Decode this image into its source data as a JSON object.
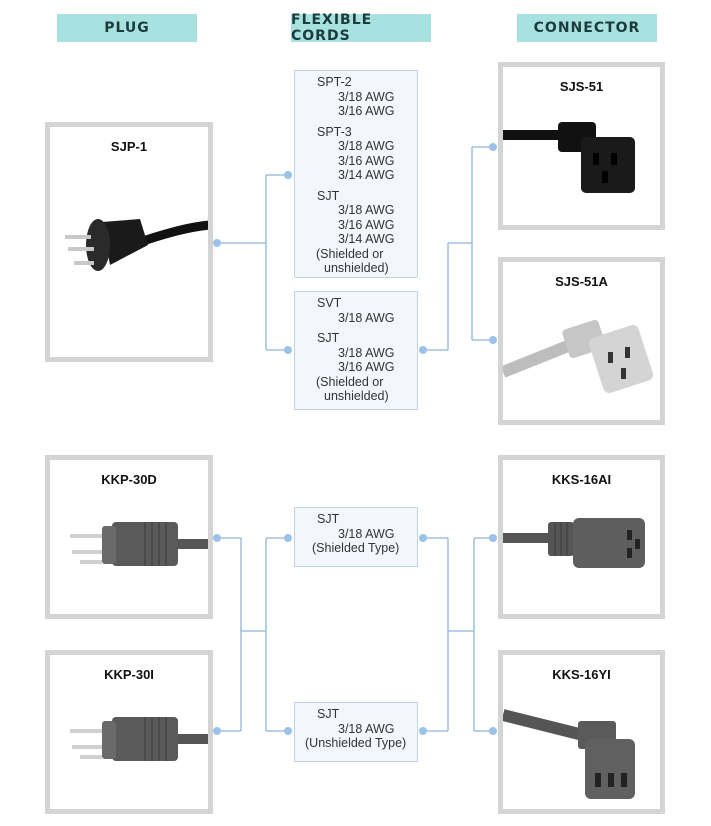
{
  "headers": {
    "plug": "PLUG",
    "flexible_cords": "FLEXIBLE CORDS",
    "connector": "CONNECTOR"
  },
  "plugs": [
    {
      "name": "SJP-1",
      "icon": "plug-icon"
    },
    {
      "name": "KKP-30D",
      "icon": "plug-icon"
    },
    {
      "name": "KKP-30I",
      "icon": "plug-icon"
    }
  ],
  "connectors": [
    {
      "name": "SJS-51",
      "icon": "right-angle-connector-icon",
      "color": "#111111"
    },
    {
      "name": "SJS-51A",
      "icon": "right-angle-connector-icon",
      "color": "#c9c9c9"
    },
    {
      "name": "KKS-16AI",
      "icon": "straight-connector-icon",
      "color": "#555555"
    },
    {
      "name": "KKS-16YI",
      "icon": "right-angle-connector-icon",
      "color": "#555555"
    }
  ],
  "cords": {
    "box1": {
      "spt2": {
        "name": "SPT-2",
        "specs": [
          "3/18 AWG",
          "3/16 AWG"
        ]
      },
      "spt3": {
        "name": "SPT-3",
        "specs": [
          "3/18 AWG",
          "3/16 AWG",
          "3/14 AWG"
        ]
      },
      "sjt": {
        "name": "SJT",
        "specs": [
          "3/18 AWG",
          "3/16 AWG",
          "3/14 AWG"
        ],
        "note1": "(Shielded or",
        "note2": "unshielded)"
      }
    },
    "box2": {
      "svt": {
        "name": "SVT",
        "specs": [
          "3/18 AWG"
        ]
      },
      "sjt": {
        "name": "SJT",
        "specs": [
          "3/18 AWG",
          "3/16 AWG"
        ],
        "note1": "(Shielded or",
        "note2": "unshielded)"
      }
    },
    "box3": {
      "name": "SJT",
      "spec": "3/18 AWG",
      "note": "(Shielded Type)"
    },
    "box4": {
      "name": "SJT",
      "spec": "3/18 AWG",
      "note": "(Unshielded Type)"
    }
  },
  "colors": {
    "header_bg": "#a8e2e0",
    "line": "#8fb4dc",
    "dot": "#9cc2ea",
    "card_border": "#d4d4d4"
  }
}
